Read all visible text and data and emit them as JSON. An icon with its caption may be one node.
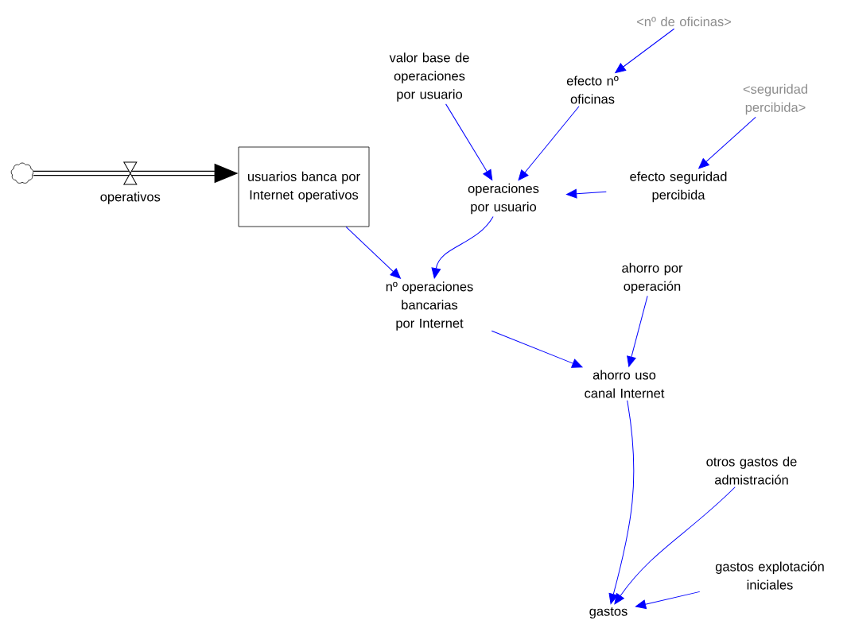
{
  "diagram": {
    "nodes": [
      {
        "text": [],
        "shape": "cloud"
      },
      {
        "text": [
          "usuarios banca por Internet operativos"
        ]
      },
      {
        "text": [
          "<nº de oficinas>"
        ]
      },
      {
        "text": [
          "valor base de operaciones por usuario"
        ]
      },
      {
        "text": [
          "efecto nº oficinas"
        ]
      },
      {
        "text": [
          "<seguridad percibida>"
        ]
      },
      {
        "text": [
          "operaciones por usuario"
        ]
      },
      {
        "text": [
          "efecto seguridad percibida"
        ]
      },
      {
        "text": [
          "nº operaciones bancarias por Internet"
        ]
      },
      {
        "text": [
          "ahorro por operación"
        ]
      },
      {
        "text": [
          "ahorro uso canal Internet"
        ]
      },
      {
        "text": [
          "otros gastos de admistración"
        ]
      },
      {
        "text": [
          "gastos explotación iniciales"
        ]
      },
      {
        "text": [
          "gastos"
        ]
      }
    ],
    "edges": [
      {
        "from": 0,
        "to": 1,
        "arrow": "to",
        "label": "operativos",
        "style": "thick",
        "color": "#000000"
      },
      {
        "from": 2,
        "to": 4,
        "arrow": "to"
      },
      {
        "from": 5,
        "to": 7,
        "arrow": "to"
      },
      {
        "from": 3,
        "to": 6,
        "arrow": "to"
      },
      {
        "from": 4,
        "to": 6,
        "arrow": "to"
      },
      {
        "from": 7,
        "to": 6,
        "arrow": "to"
      },
      {
        "from": 6,
        "to": 8,
        "arrow": "to"
      },
      {
        "from": 1,
        "to": 8,
        "arrow": "to"
      },
      {
        "from": 8,
        "to": 10,
        "arrow": "to"
      },
      {
        "from": 9,
        "to": 10,
        "arrow": "to"
      },
      {
        "from": 10,
        "to": 13,
        "arrow": "to"
      },
      {
        "from": 11,
        "to": 13,
        "arrow": "to"
      },
      {
        "from": 12,
        "to": 13,
        "arrow": "to"
      }
    ]
  }
}
